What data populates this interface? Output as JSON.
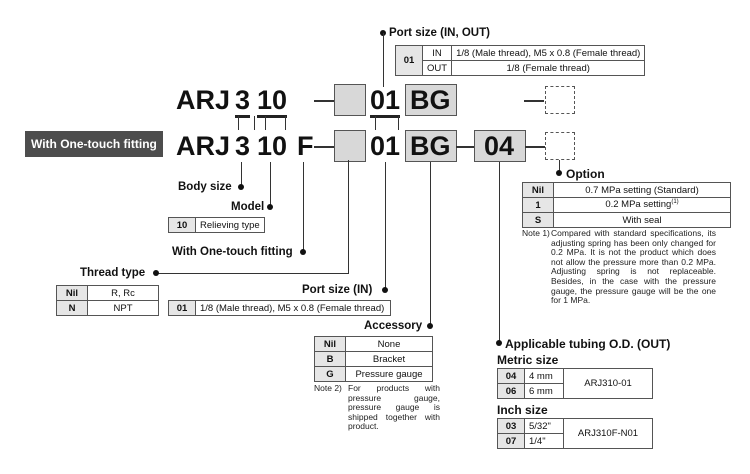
{
  "row1": {
    "series": "ARJ",
    "body": "3",
    "model": "10",
    "port": "01",
    "color": "BG"
  },
  "row2": {
    "series": "ARJ",
    "body": "3",
    "model": "10",
    "onetouch": "F",
    "port": "01",
    "color": "BG",
    "tubing": "04"
  },
  "banner": "With One-touch fitting",
  "port_top": {
    "title": "Port size (IN, OUT)",
    "code": "01",
    "rows": [
      {
        "port": "IN",
        "desc": "1/8 (Male thread), M5 x 0.8 (Female thread)"
      },
      {
        "port": "OUT",
        "desc": "1/8 (Female thread)"
      }
    ]
  },
  "option": {
    "title": "Option",
    "rows": [
      {
        "code": "Nil",
        "desc": "0.7 MPa setting (Standard)"
      },
      {
        "code": "1",
        "desc": "0.2 MPa setting",
        "sup": "(1)"
      },
      {
        "code": "S",
        "desc": "With seal"
      }
    ],
    "note_label": "Note 1)",
    "note": "Compared with standard specifications, its adjusting spring has been only changed for 0.2 MPa. It is not the product which does not allow the pressure more than 0.2 MPa. Adjusting spring is not replaceable. Besides, in the case with the pressure gauge, the pressure gauge will be the one for 1 MPa."
  },
  "body_size": {
    "title": "Body size"
  },
  "model": {
    "title": "Model",
    "rows": [
      {
        "code": "10",
        "desc": "Relieving type"
      }
    ]
  },
  "onetouch": {
    "title": "With One-touch fitting"
  },
  "thread": {
    "title": "Thread type",
    "rows": [
      {
        "code": "Nil",
        "desc": "R, Rc"
      },
      {
        "code": "N",
        "desc": "NPT"
      }
    ]
  },
  "port_in": {
    "title": "Port size (IN)",
    "rows": [
      {
        "code": "01",
        "desc": "1/8 (Male thread), M5 x 0.8 (Female thread)"
      }
    ]
  },
  "accessory": {
    "title": "Accessory",
    "rows": [
      {
        "code": "Nil",
        "desc": "None"
      },
      {
        "code": "B",
        "desc": "Bracket"
      },
      {
        "code": "G",
        "desc": "Pressure gauge"
      }
    ],
    "note_label": "Note 2)",
    "note": "For products with pressure gauge, pressure gauge is shipped together with product."
  },
  "tubing": {
    "title": "Applicable tubing O.D. (OUT)",
    "metric_title": "Metric size",
    "metric": [
      {
        "code": "04",
        "size": "4 mm"
      },
      {
        "code": "06",
        "size": "6 mm"
      }
    ],
    "metric_model": "ARJ310-01",
    "inch_title": "Inch size",
    "inch": [
      {
        "code": "03",
        "size": "5/32\""
      },
      {
        "code": "07",
        "size": "1/4\""
      }
    ],
    "inch_model": "ARJ310F-N01"
  }
}
